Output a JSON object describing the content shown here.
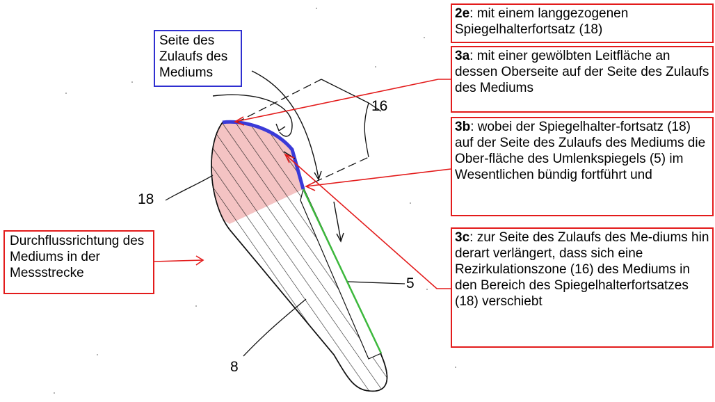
{
  "boxes": {
    "b2e": {
      "key": "2e",
      "text": ": mit einem langgezogenen Spiegelhalterfortsatz (18)"
    },
    "b3a": {
      "key": "3a",
      "text": ": mit einer gewölbten Leitfläche an dessen Oberseite auf der Seite des Zulaufs des Mediums"
    },
    "b3b": {
      "key": "3b",
      "text": ": wobei der Spiegelhalter-fortsatz (18) auf der Seite des Zulaufs des Mediums die Ober-fläche des Umlenkspiegels (5) im Wesentlichen bündig fortführt und"
    },
    "b3c": {
      "key": "3c",
      "text": ": zur Seite des Zulaufs des Me-diums hin derart verlängert, dass sich eine Rezirkulationszone (16) des Mediums in den Bereich des Spiegelhalterfortsatzes (18) verschiebt"
    },
    "inflow": "Seite des Zulaufs des Mediums",
    "flow_direction": "Durchflussrichtung des Mediums in der Messstrecke"
  },
  "labels": {
    "l16": "16",
    "l18": "18",
    "l5": "5",
    "l8": "8"
  },
  "colors": {
    "annotation": "#e31b1b",
    "inflow_box": "#2f2fd0",
    "guide_surface": "#3a3ad8",
    "extension_fill": "#f2b8b8",
    "mirror_surface": "#3cb83c"
  }
}
